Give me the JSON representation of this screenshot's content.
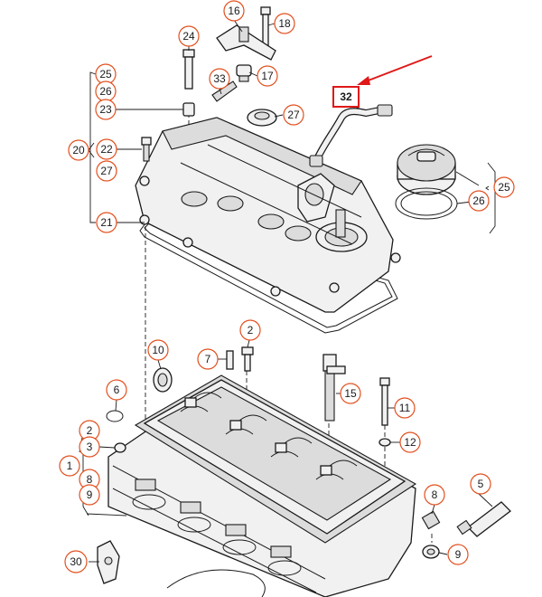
{
  "diagram": {
    "callouts": {
      "c16": "16",
      "c18": "18",
      "c24": "24",
      "c17": "17",
      "c33": "33",
      "c25a": "25",
      "c26a": "26",
      "c23": "23",
      "c20": "20",
      "c22": "22",
      "c27a": "27",
      "c21": "21",
      "c27b": "27",
      "c25b": "25",
      "c26b": "26",
      "c10": "10",
      "c7": "7",
      "c2a": "2",
      "c15": "15",
      "c11": "11",
      "c6": "6",
      "c12": "12",
      "c2b": "2",
      "c3": "3",
      "c1": "1",
      "c8a": "8",
      "c9a": "9",
      "c5": "5",
      "c8b": "8",
      "c9b": "9",
      "c30": "30"
    },
    "highlight": {
      "label": "32",
      "color": "#e01818"
    },
    "callout_color": "#e2501f"
  }
}
